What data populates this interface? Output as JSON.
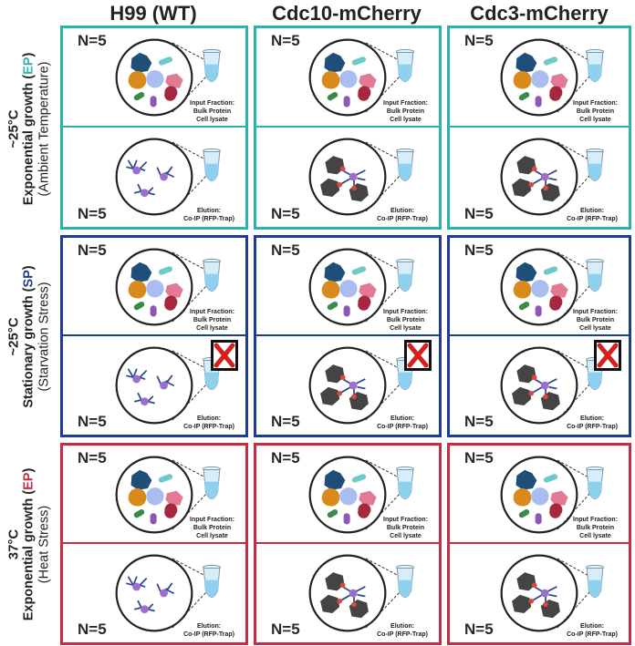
{
  "columns": [
    {
      "label": "H99 (WT)"
    },
    {
      "label": "Cdc10-mCherry"
    },
    {
      "label": "Cdc3-mCherry"
    }
  ],
  "rows": [
    {
      "temp": "~25°C",
      "growth_prefix": "Exponential growth (",
      "growth_abbr": "EP",
      "growth_suffix": ")",
      "condition": "(Ambient Temperature)",
      "color": "#2bb5a9",
      "blocked": false
    },
    {
      "temp": "~25°C",
      "growth_prefix": "Stationary growth (",
      "growth_abbr": "SP",
      "growth_suffix": ")",
      "condition": "(Starvation Stress)",
      "color": "#1f3d8f",
      "blocked": true
    },
    {
      "temp": "37°C",
      "growth_prefix": "Exponential growth (",
      "growth_abbr": "EP",
      "growth_suffix": ")",
      "condition": "(Heat Stress)",
      "color": "#c62d44",
      "blocked": false
    }
  ],
  "cells": {
    "top": {
      "n_label": "N=5",
      "caption": [
        "Input Fraction:",
        "Bulk Protein",
        "Cell lysate"
      ]
    },
    "bottom": {
      "n_label": "N=5",
      "caption": [
        "Elution:",
        "Co-IP (RFP-Trap)"
      ]
    }
  },
  "protein_colors": {
    "navy": "#1f4e79",
    "teal": "#6ec9c9",
    "orange": "#d98a1c",
    "lavender": "#a9bdf0",
    "pink": "#e27a96",
    "green": "#3a8a4a",
    "purple": "#8e57b5",
    "maroon": "#a6283e",
    "dark": "#444444",
    "bait": "#9a6fd0",
    "tag": "#e0473c"
  },
  "icons": {
    "tube": "microcentrifuge-tube-icon",
    "blocked": "red-x-icon",
    "lysate": "protein-mixture-icon",
    "elution": "antibody-bead-icon"
  }
}
